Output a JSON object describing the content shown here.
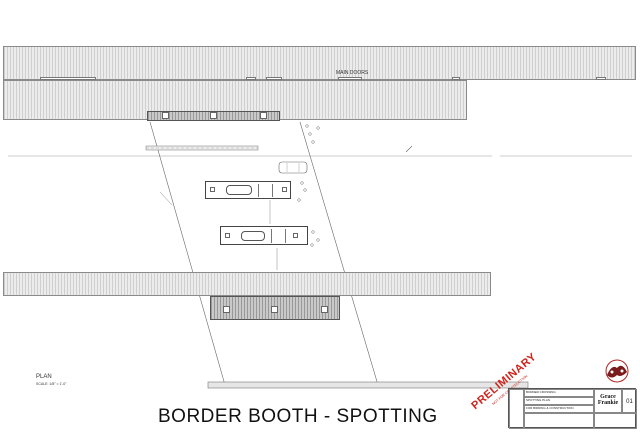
{
  "drawing": {
    "title": "BORDER BOOTH - SPOTTING",
    "main_doors_label": "MAIN DOORS",
    "plan_label": "PLAN",
    "scale_label": "SCALE: 1/8\" = 1'-0\"",
    "stamp": "PRELIMINARY",
    "stamp_sub": "NOT FOR CONSTRUCTION"
  },
  "title_block": {
    "project": "BORDER CROSSING",
    "sheet_name": "SPOTTING PLAN",
    "notes": "FOR BIDDING & CONSTRUCTION",
    "brand_line1": "Grace",
    "brand_line2": "Frankie",
    "sheet_number": "01"
  },
  "colors": {
    "stamp": "#d0241c",
    "hatch": "#cfcfcf",
    "linework": "#555555"
  }
}
